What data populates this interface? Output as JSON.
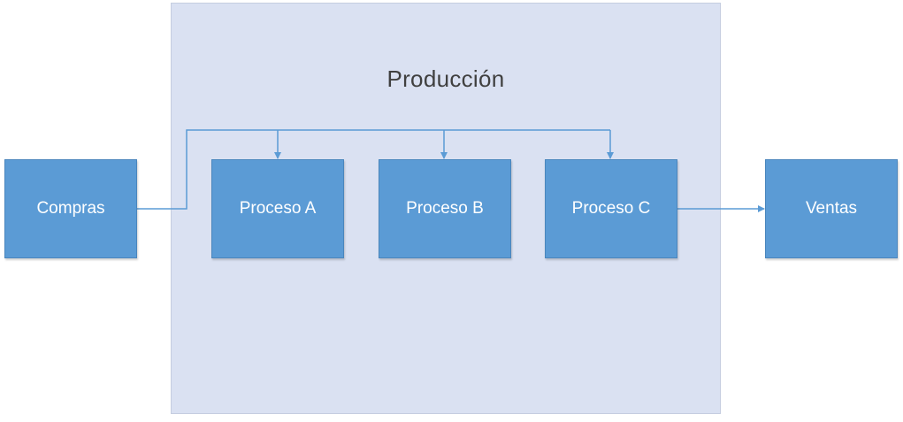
{
  "diagram": {
    "container_title": "Producción",
    "nodes": {
      "compras": "Compras",
      "proceso_a": "Proceso A",
      "proceso_b": "Proceso B",
      "proceso_c": "Proceso C",
      "ventas": "Ventas"
    },
    "colors": {
      "box_fill": "#5b9bd5",
      "container_fill": "#dae1f2",
      "connector": "#5b9bd5",
      "title_text": "#404040"
    }
  }
}
